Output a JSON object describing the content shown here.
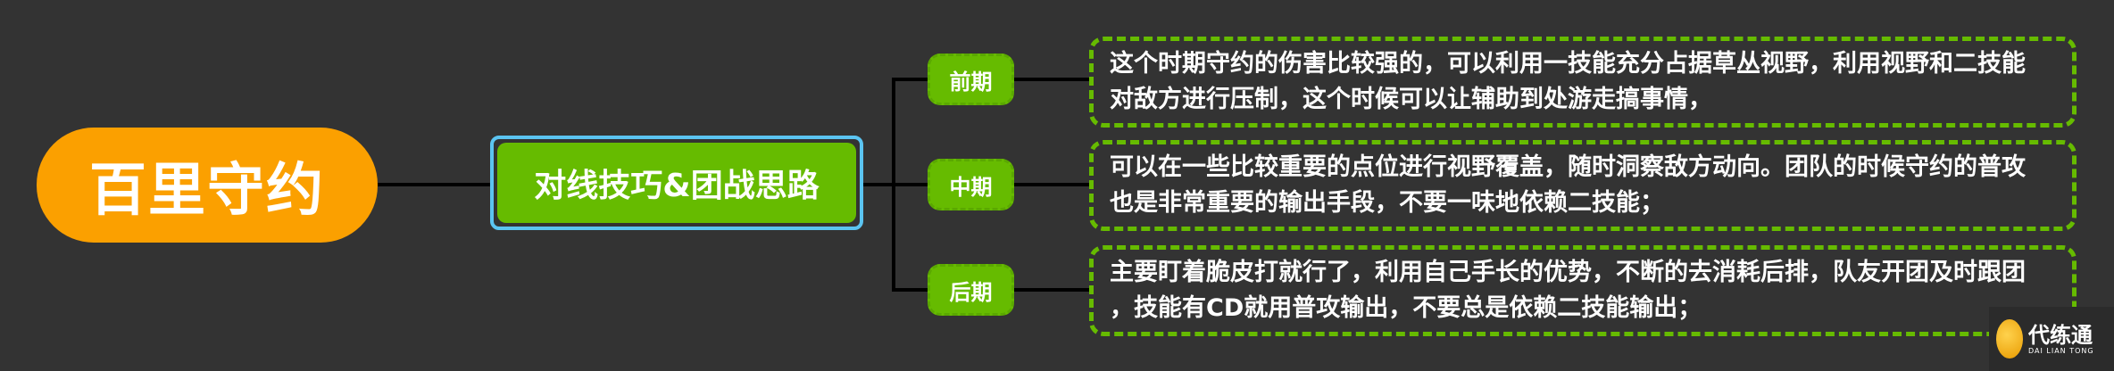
{
  "root": {
    "label": "百里守约",
    "color": "#fba000"
  },
  "topic": {
    "label": "对线技巧&团战思路",
    "color": "#66bb00"
  },
  "branches": [
    {
      "label": "前期",
      "lines": [
        "这个时期守约的伤害比较强的，可以利用一技能充分占据草丛视野，利用视野和二技能",
        "对敌方进行压制，这个时候可以让辅助到处游走搞事情，"
      ]
    },
    {
      "label": "中期",
      "lines": [
        "可以在一些比较重要的点位进行视野覆盖，随时洞察敌方动向。团队的时候守约的普攻",
        "也是非常重要的输出手段，不要一味地依赖二技能；"
      ]
    },
    {
      "label": "后期",
      "lines": [
        "主要盯着脆皮打就行了，利用自己手长的优势，不断的去消耗后排，队友开团及时跟团",
        "，技能有CD就用普攻输出，不要总是依赖二技能输出；"
      ]
    }
  ],
  "watermark": {
    "name": "代练通",
    "sub": "DAI LIAN TONG"
  }
}
